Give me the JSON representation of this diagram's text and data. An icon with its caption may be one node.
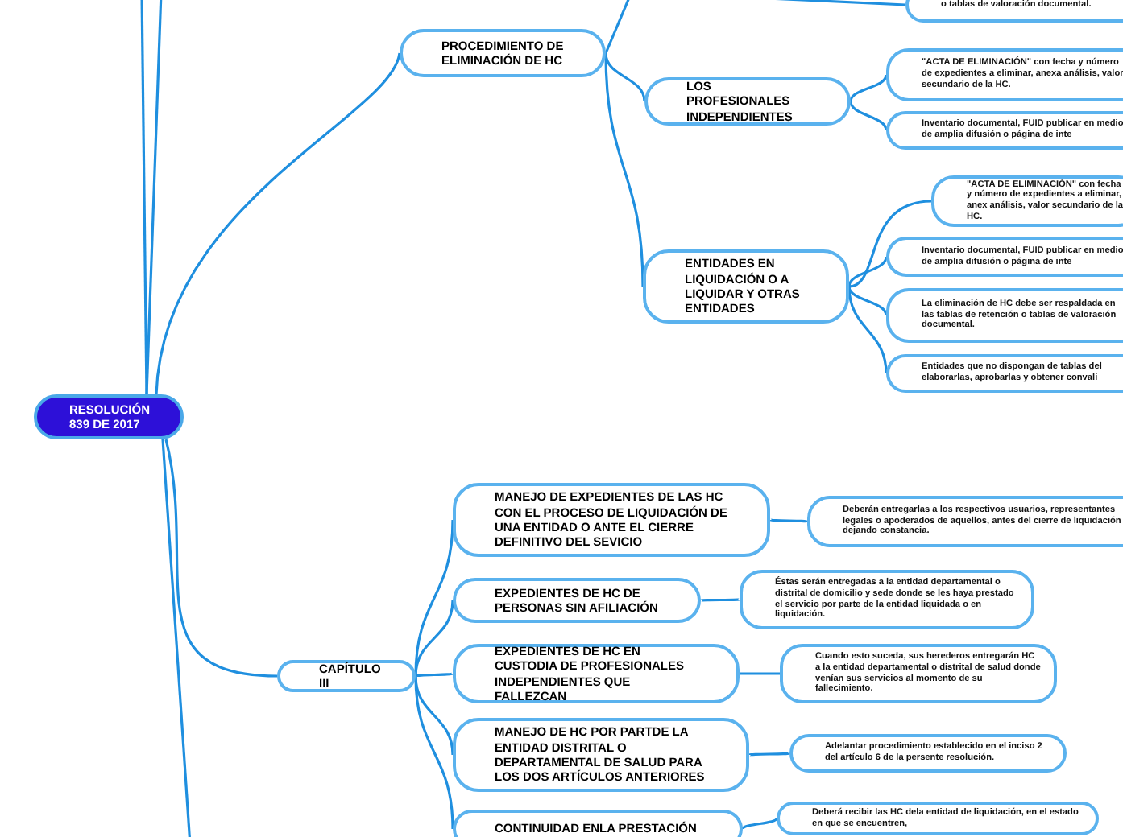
{
  "diagram": {
    "nodes": [
      {
        "text": [
          "RESOLUCIÓN 839 DE 2017"
        ]
      },
      {
        "text": [
          "o tablas de valoración documental."
        ]
      },
      {
        "text": [
          "PROCEDIMIENTO DE ELIMINACIÓN DE HC"
        ]
      },
      {
        "text": [
          "LOS PROFESIONALES INDEPENDIENTES"
        ]
      },
      {
        "text": [
          "\"ACTA DE ELIMINACIÓN\" con fecha y número de expedientes a eliminar, anexa análisis, valor secundario de la HC."
        ]
      },
      {
        "text": [
          "Inventario documental, FUID publicar en medio de amplia difusión o página de inte"
        ]
      },
      {
        "text": [
          "ENTIDADES EN LIQUIDACIÓN O A LIQUIDAR Y OTRAS ENTIDADES"
        ]
      },
      {
        "text": [
          "\"ACTA DE ELIMINACIÓN\" con fecha y número de expedientes a eliminar, anex análisis, valor secundario de la HC."
        ]
      },
      {
        "text": [
          "Inventario documental, FUID publicar en medio de amplia difusión o página de inte"
        ]
      },
      {
        "text": [
          "La eliminación de HC debe ser respaldada en las tablas de retención o tablas de valoración documental."
        ]
      },
      {
        "text": [
          "Entidades que no dispongan de tablas del elaborarlas, aprobarlas y obtener convali"
        ]
      },
      {
        "text": [
          "CAPÍTULO III"
        ]
      },
      {
        "text": [
          "MANEJO DE EXPEDIENTES DE LAS HC CON EL PROCESO DE LIQUIDACIÓN DE UNA ENTIDAD O ANTE EL CIERRE DEFINITIVO DEL SEVICIO"
        ]
      },
      {
        "text": [
          "Deberán entregarlas a los respectivos usuarios, representantes legales o apoderados de aquellos, antes del cierre de liquidación dejando constancia."
        ]
      },
      {
        "text": [
          "EXPEDIENTES DE HC DE PERSONAS SIN AFILIACIÓN"
        ]
      },
      {
        "text": [
          "Éstas serán entregadas a la entidad departamental o distrital de domicilio y sede donde se les haya prestado el servicio por parte de la entidad liquidada o en liquidación."
        ]
      },
      {
        "text": [
          "EXPEDIENTES DE HC EN CUSTODIA DE PROFESIONALES INDEPENDIENTES QUE FALLEZCAN"
        ]
      },
      {
        "text": [
          "Cuando esto suceda, sus herederos entregarán HC a la entidad departamental o distrital de salud donde venían sus servicios al momento de su fallecimiento."
        ]
      },
      {
        "text": [
          "MANEJO DE HC POR PARTDE LA ENTIDAD DISTRITAL O DEPARTAMENTAL DE SALUD PARA LOS DOS ARTÍCULOS ANTERIORES"
        ]
      },
      {
        "text": [
          "Adelantar procedimiento establecido en el inciso 2 del artículo 6 de la persente resolución."
        ]
      },
      {
        "text": [
          "CONTINUIDAD ENLA PRESTACIÓN"
        ]
      },
      {
        "text": [
          "Deberá recibir las HC dela entidad de liquidación, en el estado en que se encuentren,"
        ]
      }
    ],
    "edges": [
      {
        "from": 0,
        "to": 2,
        "arrow": "none"
      },
      {
        "from": 2,
        "to": 3,
        "arrow": "none"
      },
      {
        "from": 2,
        "to": 6,
        "arrow": "none"
      },
      {
        "from": 3,
        "to": 4,
        "arrow": "none"
      },
      {
        "from": 3,
        "to": 5,
        "arrow": "none"
      },
      {
        "from": 6,
        "to": 7,
        "arrow": "none"
      },
      {
        "from": 6,
        "to": 8,
        "arrow": "none"
      },
      {
        "from": 6,
        "to": 9,
        "arrow": "none"
      },
      {
        "from": 6,
        "to": 10,
        "arrow": "none"
      },
      {
        "from": 0,
        "to": 11,
        "arrow": "none"
      },
      {
        "from": 11,
        "to": 12,
        "arrow": "none"
      },
      {
        "from": 11,
        "to": 14,
        "arrow": "none"
      },
      {
        "from": 11,
        "to": 16,
        "arrow": "none"
      },
      {
        "from": 11,
        "to": 18,
        "arrow": "none"
      },
      {
        "from": 11,
        "to": 20,
        "arrow": "none"
      },
      {
        "from": 12,
        "to": 13,
        "arrow": "none"
      },
      {
        "from": 14,
        "to": 15,
        "arrow": "none"
      },
      {
        "from": 16,
        "to": 17,
        "arrow": "none"
      },
      {
        "from": 18,
        "to": 19,
        "arrow": "none"
      },
      {
        "from": 20,
        "to": 21,
        "arrow": "none"
      },
      {
        "from": 0,
        "to": null,
        "arrow": "none"
      },
      {
        "from": 0,
        "to": null,
        "arrow": "none"
      },
      {
        "from": 0,
        "to": null,
        "arrow": "none"
      },
      {
        "from": 2,
        "to": null,
        "arrow": "none"
      },
      {
        "from": null,
        "to": 1,
        "arrow": "none"
      }
    ]
  }
}
